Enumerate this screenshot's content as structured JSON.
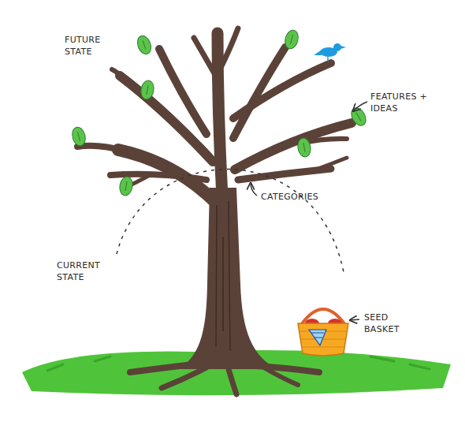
{
  "diagram": {
    "labels": [
      "FUTURE STATE",
      "FEATURES + IDEAS",
      "CATEGORIES",
      "CURRENT STATE",
      "SEED BASKET"
    ]
  }
}
